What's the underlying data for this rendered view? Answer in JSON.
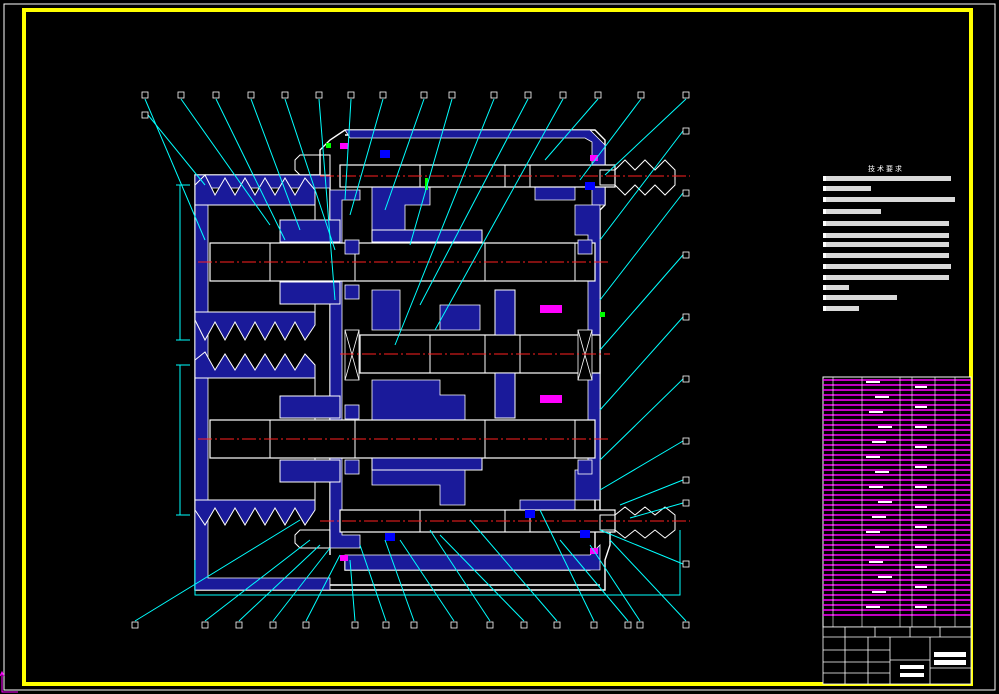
{
  "drawing": {
    "notes_title": "技术要求",
    "title_block_text": [
      "",
      ""
    ]
  },
  "colors": {
    "background": "#000000",
    "frame": "#ffff00",
    "leader": "#00ffff",
    "centerline": "#ff2020",
    "section_fill": "#1a1a9a",
    "outline": "#ffffff",
    "parts_list": "#ff00ff",
    "seal": "#ff00ff",
    "accent": "#00ff00"
  },
  "icons": [
    "balloon-marker",
    "leader-line"
  ]
}
